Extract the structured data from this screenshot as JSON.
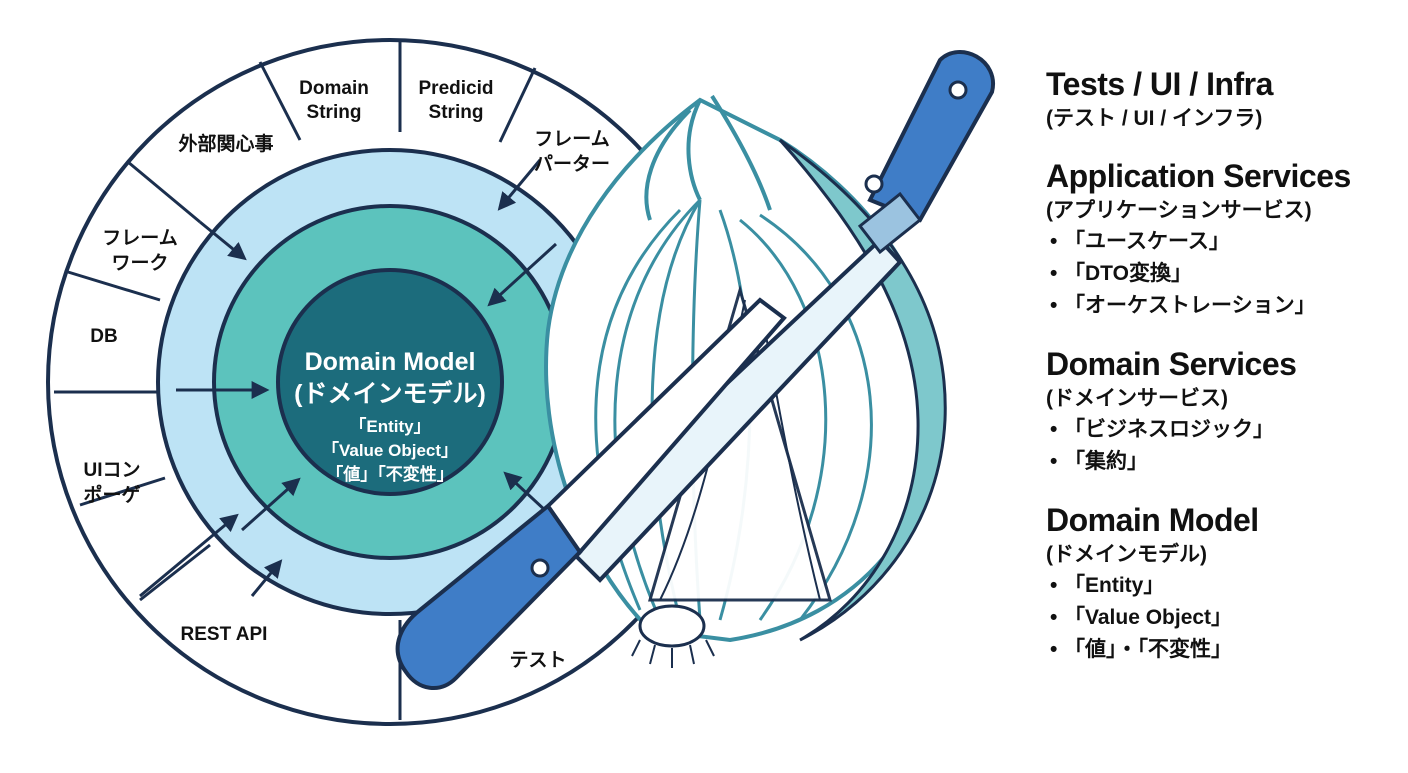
{
  "outer_ring": {
    "segments": [
      {
        "lines": [
          "Domain",
          "String"
        ]
      },
      {
        "lines": [
          "Predicid",
          "String"
        ]
      },
      {
        "lines": [
          "フレーム",
          "パーター"
        ]
      },
      {
        "lines": [
          "外部関心事"
        ]
      },
      {
        "lines": [
          "フレーム",
          "ワーク"
        ]
      },
      {
        "lines": [
          "DB"
        ]
      },
      {
        "lines": [
          "UIコン",
          "ポーゲ"
        ]
      },
      {
        "lines": [
          "REST API"
        ]
      },
      {
        "lines": [
          "テスト"
        ]
      }
    ]
  },
  "core": {
    "title": "Domain Model",
    "subtitle": "(ドメインモデル)",
    "items": [
      "「Entity」",
      "「Value Object」",
      "「値」「不変性」"
    ]
  },
  "legend": [
    {
      "title": "Tests / UI / Infra",
      "subtitle": "(テスト / UI / インフラ)",
      "items": []
    },
    {
      "title": "Application Services",
      "subtitle": "(アプリケーションサービス)",
      "items": [
        "「ユースケース」",
        "「DTO変換」",
        "「オーケストレーション」"
      ]
    },
    {
      "title": "Domain Services",
      "subtitle": "(ドメインサービス)",
      "items": [
        "「ビジネスロジック」",
        "「集約」"
      ]
    },
    {
      "title": "Domain Model",
      "subtitle": "(ドメインモデル)",
      "items": [
        "「Entity」",
        "「Value Object」",
        "「値」・「不変性」"
      ]
    }
  ],
  "colors": {
    "outline": "#1b2f4e",
    "ring_light_blue": "#bde3f5",
    "ring_teal": "#5cc3bd",
    "core": "#1c6c7c",
    "knife_blue": "#3f7dc7",
    "onion_stroke": "#3a8fa2",
    "onion_skin": "#7ec8cc"
  },
  "icons": [
    "onion-illustration",
    "knife-illustration"
  ]
}
